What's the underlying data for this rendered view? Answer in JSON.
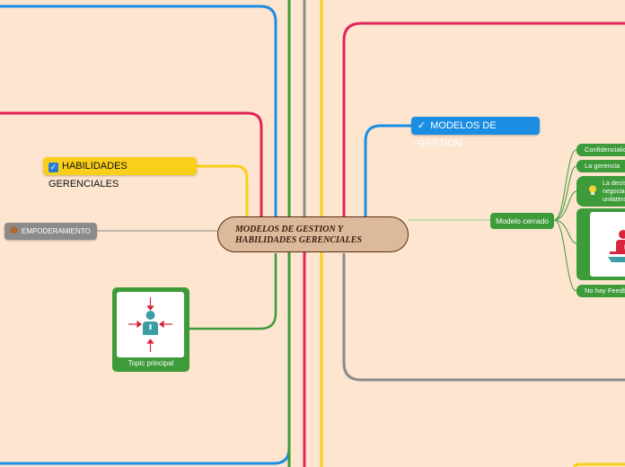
{
  "central": {
    "line1": "MODELOS DE GESTION Y",
    "line2": "HABILIDADES GERENCIALES"
  },
  "modelos": {
    "label": "MODELOS DE GESTION",
    "icon": "check-icon"
  },
  "habilidades": {
    "label": "HABILIDADES GERENCIALES",
    "icon": "checkbox-icon"
  },
  "empoderamiento": {
    "label": "EMPODERAMIENTO",
    "icon": "briefcase-icon"
  },
  "topic": {
    "label": "Topic principal",
    "icon": "focus-person-icon"
  },
  "modelo_cerrado": {
    "label": "Modelo cerrado",
    "children": [
      "Confidencialid",
      "La gerencia",
      "No hay Feedb"
    ],
    "bulb": {
      "icon": "lightbulb-icon",
      "lines": [
        "La decisi",
        "negociaci",
        "unilatera"
      ]
    },
    "image_card": {
      "icon": "presenter-icon"
    }
  },
  "colors": {
    "background": "#fde5cf",
    "central_fill": "#ddb99b",
    "blue": "#1b8ee4",
    "yellow": "#f9cf19",
    "gray": "#8b8b8b",
    "green": "#3e9b3a",
    "red": "#e2245a"
  }
}
